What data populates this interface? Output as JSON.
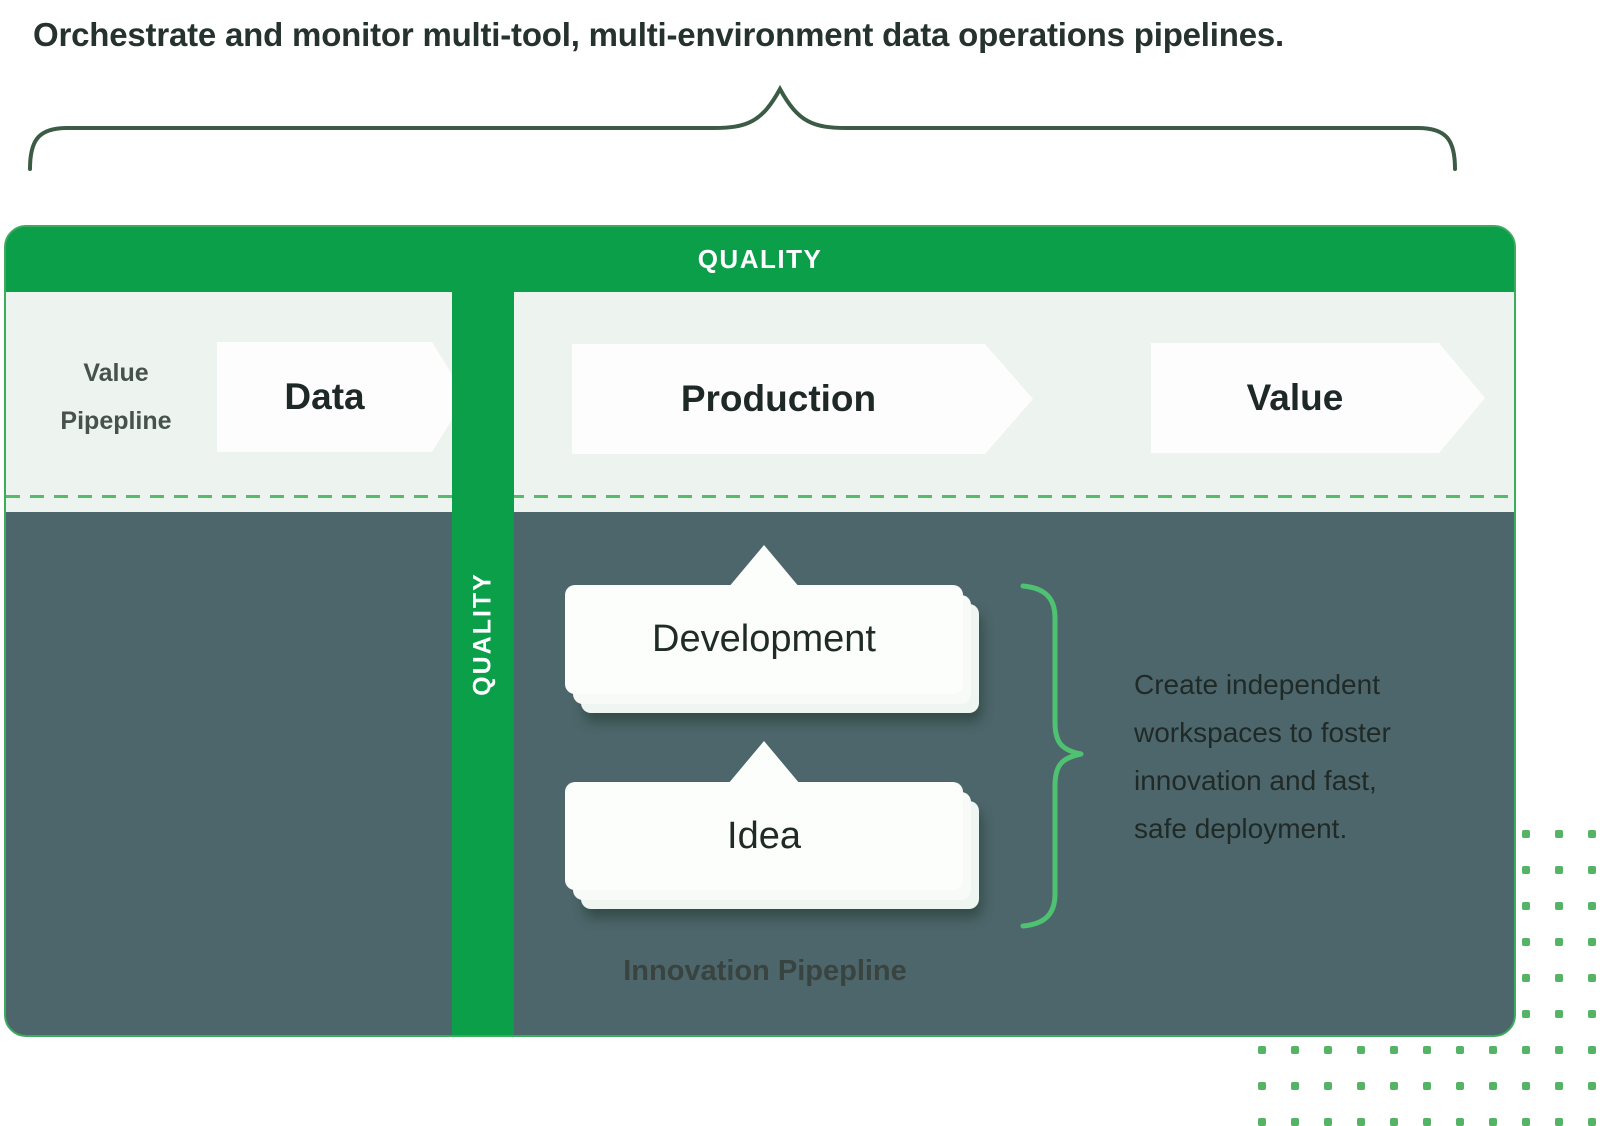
{
  "title": "Orchestrate and monitor multi-tool, multi-environment data operations pipelines.",
  "quality_banner": {
    "top_label": "QUALITY",
    "side_label": "QUALITY"
  },
  "value_pipeline": {
    "label": "Value\nPipepline",
    "stages": [
      "Data",
      "Production",
      "Value"
    ]
  },
  "innovation_pipeline": {
    "label": "Innovation Pipepline",
    "cards": [
      "Development",
      "Idea"
    ],
    "annotation": "Create independent\nworkspaces to foster\ninnovation and fast,\nsafe deployment."
  },
  "dots": {
    "cols": 11,
    "rows": 9
  },
  "colors": {
    "header_green": "#0c9f4a",
    "border_green": "#3bab5e",
    "panel_teal": "#4d666b",
    "band_mint": "#edf3ee",
    "dash_green": "#58bb6c",
    "title_brace_green": "#3c5b44",
    "side_brace_green": "#4ec271",
    "dot_green": "#55b366",
    "text_dark": "#1e2927",
    "text_white": "#ffffff"
  }
}
